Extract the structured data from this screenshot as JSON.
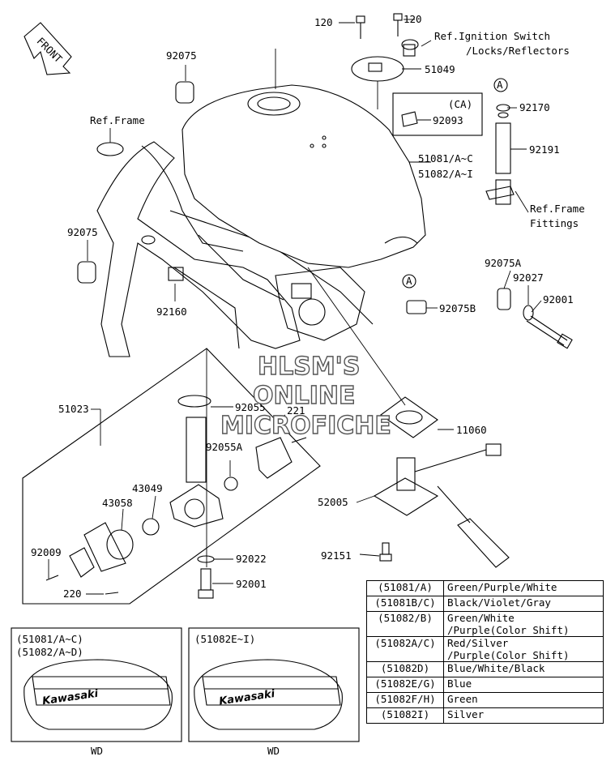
{
  "labels": {
    "front": "FRONT",
    "p120a": "120",
    "p120b": "120",
    "ref_ignition": "Ref.Ignition Switch",
    "ref_ignition2": "/Locks/Reflectors",
    "p51049": "51049",
    "p92075_top": "92075",
    "circle_a_top": "A",
    "p92170": "92170",
    "ca": "(CA)",
    "p92093": "92093",
    "ref_frame": "Ref.Frame",
    "p92191": "92191",
    "p51081": "51081/A~C",
    "p51082": "51082/A~I",
    "ref_frame_fittings": "Ref.Frame",
    "ref_frame_fittings2": "Fittings",
    "p92075_left": "92075",
    "p92075a": "92075A",
    "p92027": "92027",
    "p92001_right": "92001",
    "circle_a_mid": "A",
    "p92075b": "92075B",
    "p92160": "92160",
    "p51023": "51023",
    "p92055": "92055",
    "p221": "221",
    "p11060": "11060",
    "p92055a": "92055A",
    "p43049": "43049",
    "p43058": "43058",
    "p52005": "52005",
    "p92009": "92009",
    "p92022": "92022",
    "p92151": "92151",
    "p92001_bottom": "92001",
    "p220": "220"
  },
  "watermark": [
    "HLSM'S",
    "ONLINE",
    "MICROFICHE"
  ],
  "color_table": [
    {
      "code": "(51081/A)",
      "color": "Green/Purple/White"
    },
    {
      "code": "(51081B/C)",
      "color": "Black/Violet/Gray"
    },
    {
      "code": "(51082/B)",
      "color": "Green/White\n/Purple(Color Shift)"
    },
    {
      "code": "(51082A/C)",
      "color": "Red/Silver\n/Purple(Color Shift)"
    },
    {
      "code": "(51082D)",
      "color": "Blue/White/Black"
    },
    {
      "code": "(51082E/G)",
      "color": "Blue"
    },
    {
      "code": "(51082F/H)",
      "color": "Green"
    },
    {
      "code": "(51082I)",
      "color": "Silver"
    }
  ],
  "decal_boxes": [
    {
      "lines": [
        "(51081/A~C)",
        "(51082/A~D)"
      ],
      "brand": "Kawasaki",
      "caption": "WD"
    },
    {
      "lines": [
        "(51082E~I)"
      ],
      "brand": "Kawasaki",
      "caption": "WD"
    }
  ]
}
